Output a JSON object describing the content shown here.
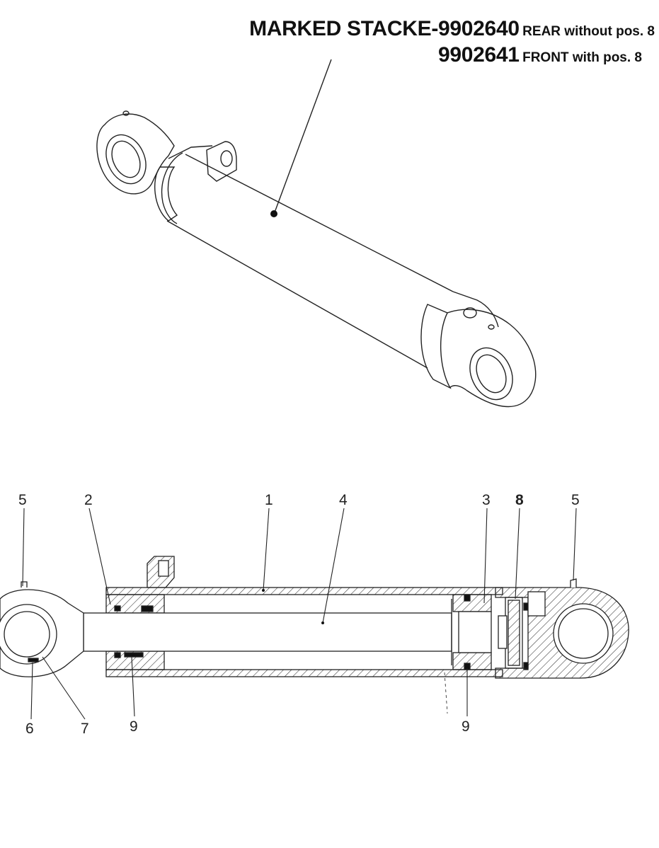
{
  "title": {
    "line1_prefix": "MARKED STACKE-",
    "line1_number": "9902640",
    "line1_desc": "REAR without pos. 8",
    "line2_number": "9902641",
    "line2_desc": "FRONT with pos. 8"
  },
  "callouts": [
    {
      "id": "callout-5-left",
      "text": "5"
    },
    {
      "id": "callout-2",
      "text": "2"
    },
    {
      "id": "callout-1",
      "text": "1"
    },
    {
      "id": "callout-4",
      "text": "4"
    },
    {
      "id": "callout-3",
      "text": "3"
    },
    {
      "id": "callout-8",
      "text": "8"
    },
    {
      "id": "callout-5-right",
      "text": "5"
    },
    {
      "id": "callout-6",
      "text": "6"
    },
    {
      "id": "callout-7",
      "text": "7"
    },
    {
      "id": "callout-9-left",
      "text": "9"
    },
    {
      "id": "callout-9-right",
      "text": "9"
    }
  ]
}
